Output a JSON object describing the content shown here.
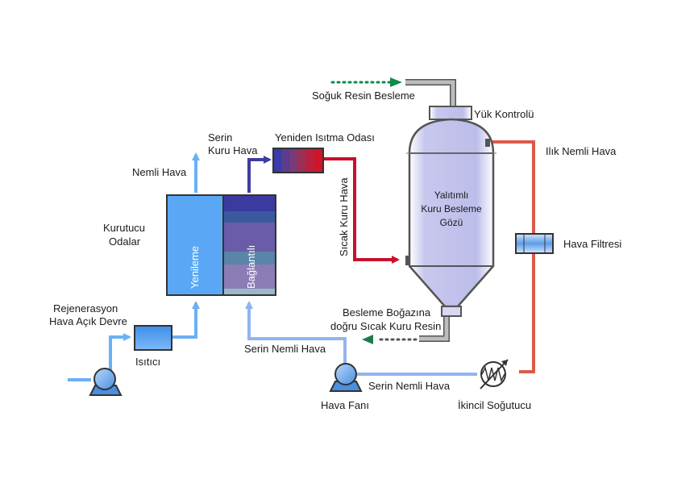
{
  "labels": {
    "cold_resin_feed": "Soğuk Resin Besleme",
    "load_control": "Yük Kontrolü",
    "cool_dry_air_1": "Serin",
    "cool_dry_air_2": "Kuru Hava",
    "reheat_chamber": "Yeniden Isıtma Odası",
    "humid_air": "Nemli Hava",
    "warm_humid_air": "Ilık Nemli Hava",
    "dryer_chambers_1": "Kurutucu",
    "dryer_chambers_2": "Odalar",
    "regeneration": "Yenileme",
    "connected": "Bağlantılı",
    "hot_dry_air": "Sıcak Kuru Hava",
    "hopper_1": "Yalıtımlı",
    "hopper_2": "Kuru Besleme",
    "hopper_3": "Gözü",
    "air_filter": "Hava Filtresi",
    "regen_open_1": "Rejenerasyon",
    "regen_open_2": "Hava Açık Devre",
    "heater": "Isıtıcı",
    "cool_humid_air_left": "Serin Nemli Hava",
    "hot_resin_1": "Besleme Boğazına",
    "hot_resin_2": "doğru Sıcak Kuru Resin",
    "cool_humid_air_bottom": "Serin Nemli Hava",
    "air_fan": "Hava Fanı",
    "secondary_cooler": "İkincil Soğutucu"
  },
  "colors": {
    "light_blue_air": "#6ab0f5",
    "dark_blue_air": "#3d3d9e",
    "hot_red": "#c8102e",
    "warm_red": "#dc5a4a",
    "resin_green": "#0f8a4a",
    "resin_gray": "#555555",
    "pipe_gray": "#a6a6a6"
  }
}
